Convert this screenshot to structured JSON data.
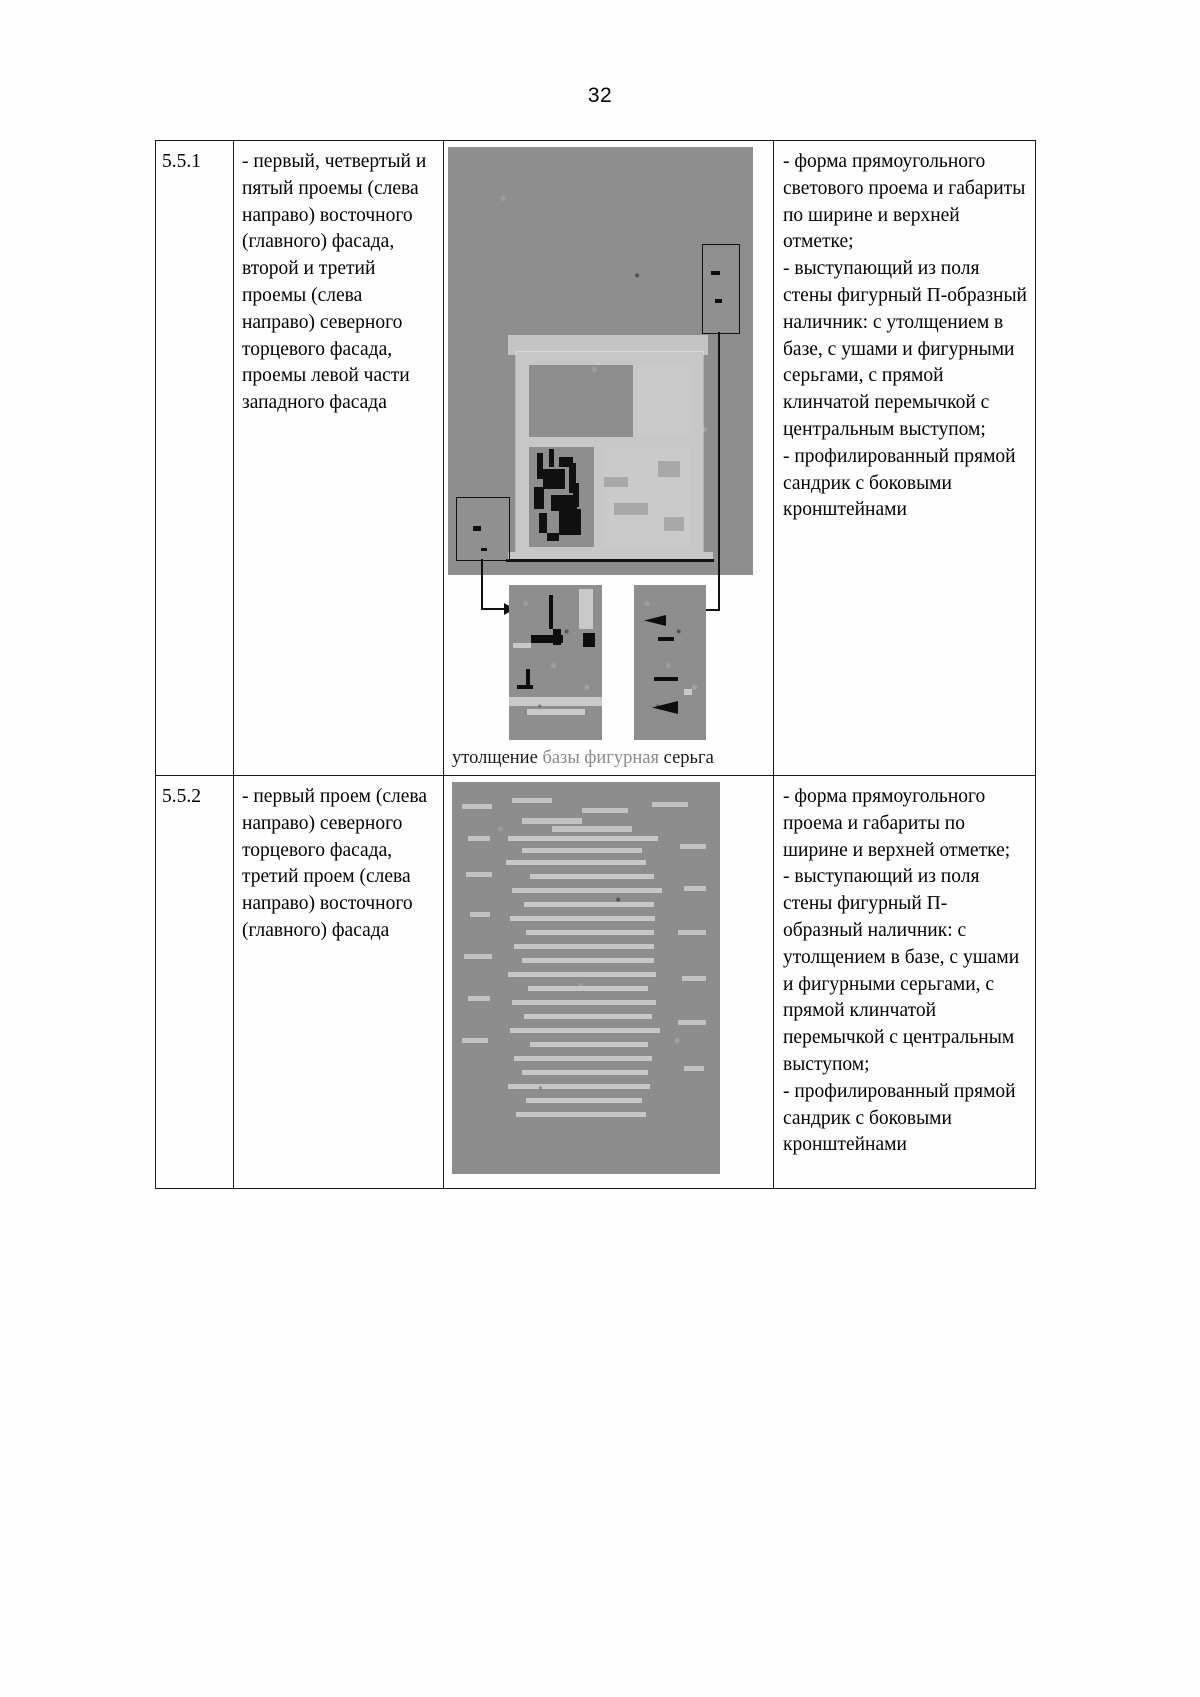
{
  "document": {
    "page_number": "32"
  },
  "table": {
    "rows": [
      {
        "number": "5.5.1",
        "description": "- первый, четвертый и пятый проемы (слева направо) восточного (главного) фасада, второй и третий проемы (слева направо) северного торцевого фасада, проемы левой части западного фасада",
        "figure": {
          "caption_parts": {
            "part_a": "утолщение",
            "part_b": " базы фигурная ",
            "part_c": "серьга"
          },
          "caption_full": "утолщение базы фигурная серьга"
        },
        "features": "- форма прямоугольного светового проема и габариты по ширине и верхней отметке;\n- выступающий из поля стены фигурный П-образный наличник: с утолщением в базе, с ушами и фигурными серьгами, с прямой клинчатой перемычкой с центральным выступом;\n- профилированный прямой сандрик с боковыми кронштейнами"
      },
      {
        "number": "5.5.2",
        "description": "- первый проем (слева направо) северного торцевого фасада, третий проем (слева направо) восточного (главного) фасада",
        "figure": {
          "caption_parts": {
            "part_a": "",
            "part_b": "",
            "part_c": ""
          },
          "caption_full": ""
        },
        "features": "- форма прямоугольного проема и габариты по ширине и верхней отметке;\n- выступающий из поля стены фигурный П- образный наличник: с утолщением в базе, с ушами и фигурными серьгами, с прямой клинчатой перемычкой с центральным выступом;\n- профилированный прямой сандрик с боковыми кронштейнами"
      }
    ]
  },
  "colors": {
    "photo_base": "#8e8e8e",
    "photo_light": "#c8c8c8",
    "photo_dark": "#101010",
    "border": "#1a1a1a",
    "caption_gray": "#8a8a8a"
  }
}
